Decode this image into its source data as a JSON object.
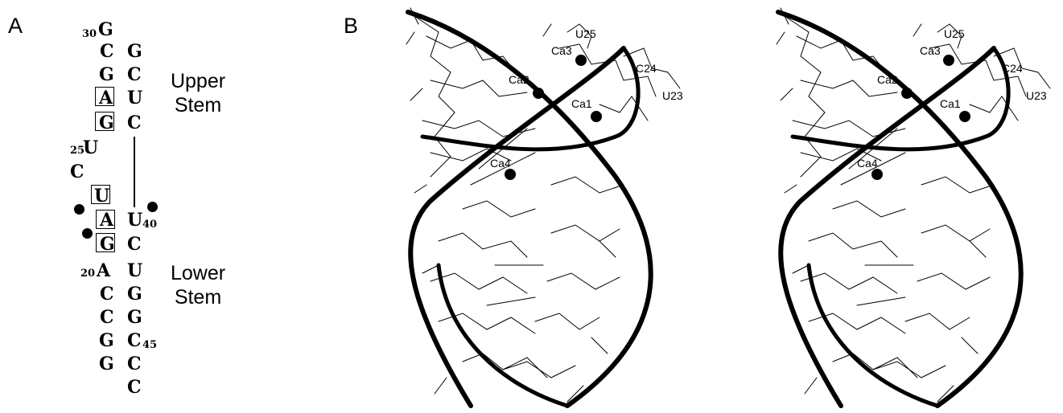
{
  "panels": {
    "a": "A",
    "b": "B"
  },
  "secondary_structure": {
    "left_strand": [
      {
        "n": "G",
        "idx": "30"
      },
      {
        "n": "C"
      },
      {
        "n": "G"
      },
      {
        "n": "A"
      },
      {
        "n": "G"
      },
      {
        "n": "U",
        "idx": "25"
      },
      {
        "n": "C"
      },
      {
        "n": "U"
      },
      {
        "n": "A"
      },
      {
        "n": "G"
      },
      {
        "n": "A",
        "idx": "20"
      },
      {
        "n": "C"
      },
      {
        "n": "C"
      },
      {
        "n": "G"
      },
      {
        "n": "G"
      }
    ],
    "right_strand": [
      {
        "n": "G"
      },
      {
        "n": "C"
      },
      {
        "n": "U"
      },
      {
        "n": "C"
      },
      {
        "n": "U",
        "idx": "40"
      },
      {
        "n": "C"
      },
      {
        "n": "U"
      },
      {
        "n": "G"
      },
      {
        "n": "G"
      },
      {
        "n": "C",
        "idx": "45"
      },
      {
        "n": "C"
      },
      {
        "n": "C"
      }
    ],
    "labels": {
      "upper": "Upper\nStem",
      "lower": "Lower\nStem"
    }
  },
  "structure_3d": {
    "ion_labels": [
      "Ca1",
      "Ca2",
      "Ca3",
      "Ca4"
    ],
    "residue_labels": [
      "U25",
      "C24",
      "U23"
    ]
  }
}
